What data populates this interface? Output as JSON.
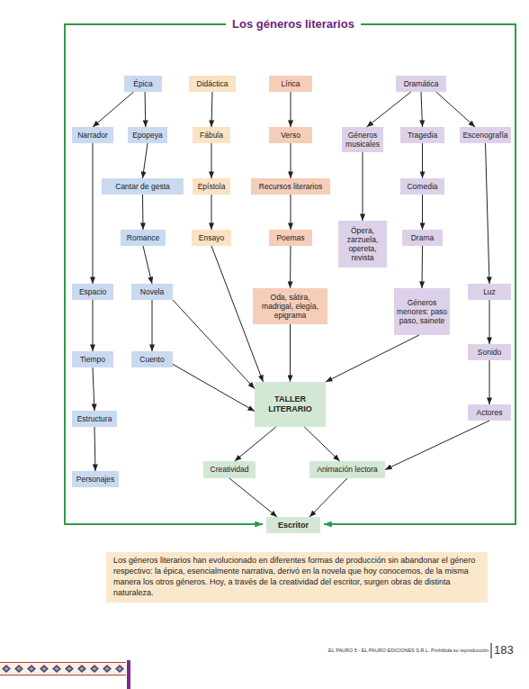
{
  "diagram": {
    "title": "Los géneros literarios",
    "caption": "Los géneros literarios han evolucionado en diferentes formas de producción sin abandonar el género respectivo: la épica, esencialmente narrativa, derivó en la novela que hoy conocemos, de la misma manera los otros géneros. Hoy, a través de la creatividad del escritor, surgen obras de distinta naturaleza.",
    "nodes": [
      {
        "text": [
          "Épica"
        ]
      },
      {
        "text": [
          "Didáctica"
        ]
      },
      {
        "text": [
          "Lírica"
        ]
      },
      {
        "text": [
          "Dramática"
        ]
      },
      {
        "text": [
          "Narrador"
        ]
      },
      {
        "text": [
          "Epopeya"
        ]
      },
      {
        "text": [
          "Fábula"
        ]
      },
      {
        "text": [
          "Verso"
        ]
      },
      {
        "text": [
          "Géneros musicales"
        ]
      },
      {
        "text": [
          "Tragedia"
        ]
      },
      {
        "text": [
          "Escenografía"
        ]
      },
      {
        "text": [
          "Cantar de gesta"
        ]
      },
      {
        "text": [
          "Epístola"
        ]
      },
      {
        "text": [
          "Recursos literarios"
        ]
      },
      {
        "text": [
          "Comedia"
        ]
      },
      {
        "text": [
          "Ópera, zarzuela, opereta, revista"
        ]
      },
      {
        "text": [
          "Romance"
        ]
      },
      {
        "text": [
          "Ensayo"
        ]
      },
      {
        "text": [
          "Poemas"
        ]
      },
      {
        "text": [
          "Drama"
        ]
      },
      {
        "text": [
          "Espacio"
        ]
      },
      {
        "text": [
          "Novela"
        ]
      },
      {
        "text": [
          "Oda, sátira, madrigal, elegía, epigrama"
        ]
      },
      {
        "text": [
          "Géneros menores: paso paso, sainete"
        ]
      },
      {
        "text": [
          "Luz"
        ]
      },
      {
        "text": [
          "Sonido"
        ]
      },
      {
        "text": [
          "Tiempo"
        ]
      },
      {
        "text": [
          "Cuento"
        ]
      },
      {
        "text": [
          "TALLER LITERARIO"
        ]
      },
      {
        "text": [
          "Actores"
        ]
      },
      {
        "text": [
          "Estructura"
        ]
      },
      {
        "text": [
          "Creatividad"
        ]
      },
      {
        "text": [
          "Animación lectora"
        ]
      },
      {
        "text": [
          "Personajes"
        ]
      },
      {
        "text": [
          "Escritor"
        ]
      }
    ],
    "edges": [
      {
        "from": 0,
        "to": 4,
        "arrow": "to"
      },
      {
        "from": 0,
        "to": 5,
        "arrow": "to"
      },
      {
        "from": 1,
        "to": 6,
        "arrow": "to"
      },
      {
        "from": 2,
        "to": 7,
        "arrow": "to"
      },
      {
        "from": 3,
        "to": 8,
        "arrow": "to"
      },
      {
        "from": 3,
        "to": 9,
        "arrow": "to"
      },
      {
        "from": 3,
        "to": 10,
        "arrow": "to"
      },
      {
        "from": 4,
        "to": 20,
        "arrow": "to"
      },
      {
        "from": 20,
        "to": 26,
        "arrow": "to"
      },
      {
        "from": 26,
        "to": 30,
        "arrow": "to"
      },
      {
        "from": 30,
        "to": 33,
        "arrow": "to"
      },
      {
        "from": 5,
        "to": 11,
        "arrow": "to"
      },
      {
        "from": 11,
        "to": 16,
        "arrow": "to"
      },
      {
        "from": 16,
        "to": 21,
        "arrow": "to"
      },
      {
        "from": 21,
        "to": 27,
        "arrow": "to"
      },
      {
        "from": 6,
        "to": 12,
        "arrow": "to"
      },
      {
        "from": 12,
        "to": 17,
        "arrow": "to"
      },
      {
        "from": 7,
        "to": 13,
        "arrow": "to"
      },
      {
        "from": 13,
        "to": 18,
        "arrow": "to"
      },
      {
        "from": 18,
        "to": 22,
        "arrow": "to"
      },
      {
        "from": 8,
        "to": 15,
        "arrow": "to"
      },
      {
        "from": 9,
        "to": 14,
        "arrow": "to"
      },
      {
        "from": 14,
        "to": 19,
        "arrow": "to"
      },
      {
        "from": 19,
        "to": 23,
        "arrow": "to"
      },
      {
        "from": 10,
        "to": 24,
        "arrow": "to"
      },
      {
        "from": 24,
        "to": 25,
        "arrow": "to"
      },
      {
        "from": 25,
        "to": 29,
        "arrow": "to"
      },
      {
        "from": 17,
        "to": 28,
        "arrow": "to"
      },
      {
        "from": 21,
        "to": 28,
        "arrow": "to"
      },
      {
        "from": 27,
        "to": 28,
        "arrow": "to"
      },
      {
        "from": 22,
        "to": 28,
        "arrow": "to"
      },
      {
        "from": 23,
        "to": 28,
        "arrow": "to"
      },
      {
        "from": 28,
        "to": 31,
        "arrow": "to"
      },
      {
        "from": 28,
        "to": 32,
        "arrow": "to"
      },
      {
        "from": 29,
        "to": 32,
        "arrow": "to"
      },
      {
        "from": 31,
        "to": 34,
        "arrow": "to"
      },
      {
        "from": 32,
        "to": 34,
        "arrow": "to"
      }
    ],
    "labels": [
      "EL PAURO 5 - EL PAURO EDICIONES S.R.L. Prohibida su reproducción",
      "183"
    ]
  }
}
